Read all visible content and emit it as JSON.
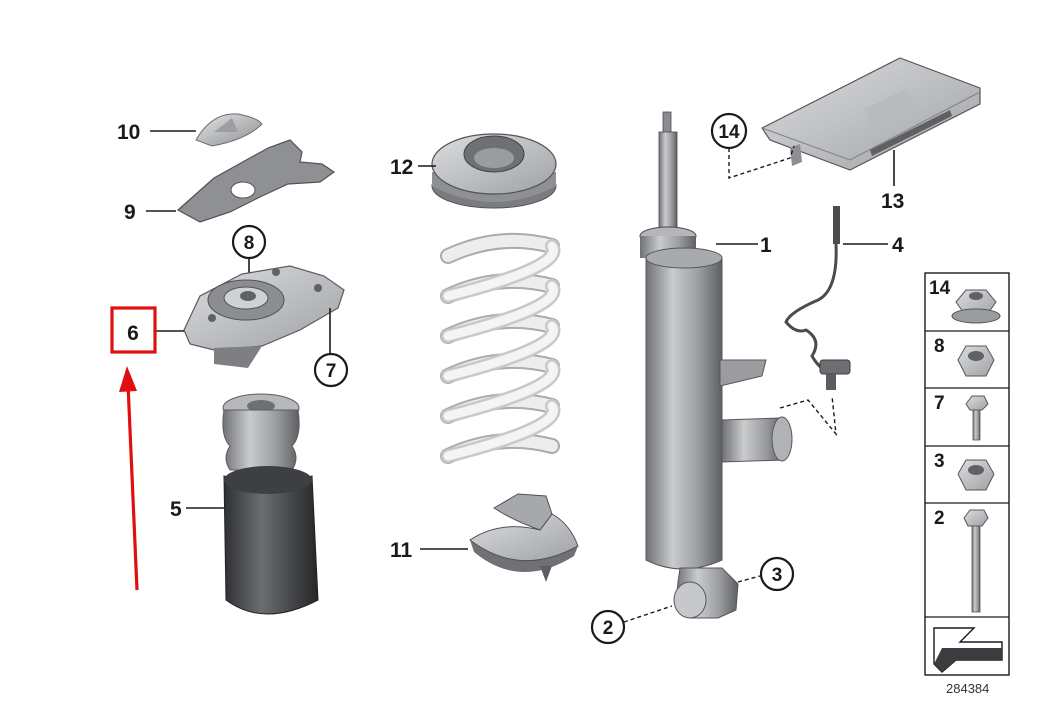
{
  "callouts": {
    "c1": "1",
    "c2": "2",
    "c3": "3",
    "c4": "4",
    "c5": "5",
    "c6": "6",
    "c7": "7",
    "c8": "8",
    "c9": "9",
    "c10": "10",
    "c11": "11",
    "c12": "12",
    "c13": "13",
    "c14": "14"
  },
  "legend": {
    "items": [
      "14",
      "8",
      "7",
      "3",
      "2"
    ]
  },
  "reference_number": "284384",
  "highlight": {
    "color": "#e01010",
    "target": "6"
  }
}
